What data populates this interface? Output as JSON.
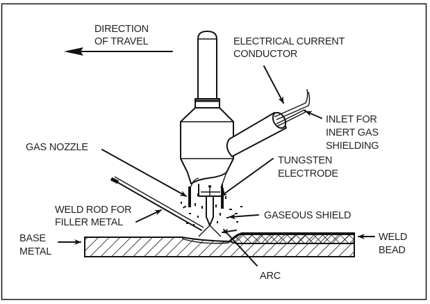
{
  "figure": {
    "title": "Gas Tungsten Arc Welding (TIG) torch diagram",
    "labels": {
      "direction_of_travel": [
        "DIRECTION",
        "OF TRAVEL"
      ],
      "electrical_current_conductor": [
        "ELECTRICAL CURRENT",
        "CONDUCTOR"
      ],
      "inlet_inert_gas": [
        "INLET FOR",
        "INERT GAS",
        "SHIELDING"
      ],
      "gas_nozzle": [
        "GAS NOZZLE"
      ],
      "tungsten_electrode": [
        "TUNGSTEN",
        "ELECTRODE"
      ],
      "weld_rod": [
        "WELD ROD FOR",
        "FILLER METAL"
      ],
      "gaseous_shield": [
        "GASEOUS SHIELD"
      ],
      "base_metal": [
        "BASE",
        "METAL"
      ],
      "weld_bead": [
        "WELD",
        "BEAD"
      ],
      "arc": [
        "ARC"
      ]
    },
    "colors": {
      "ink": "#111111",
      "text": "#231f20",
      "background": "#ffffff"
    }
  }
}
